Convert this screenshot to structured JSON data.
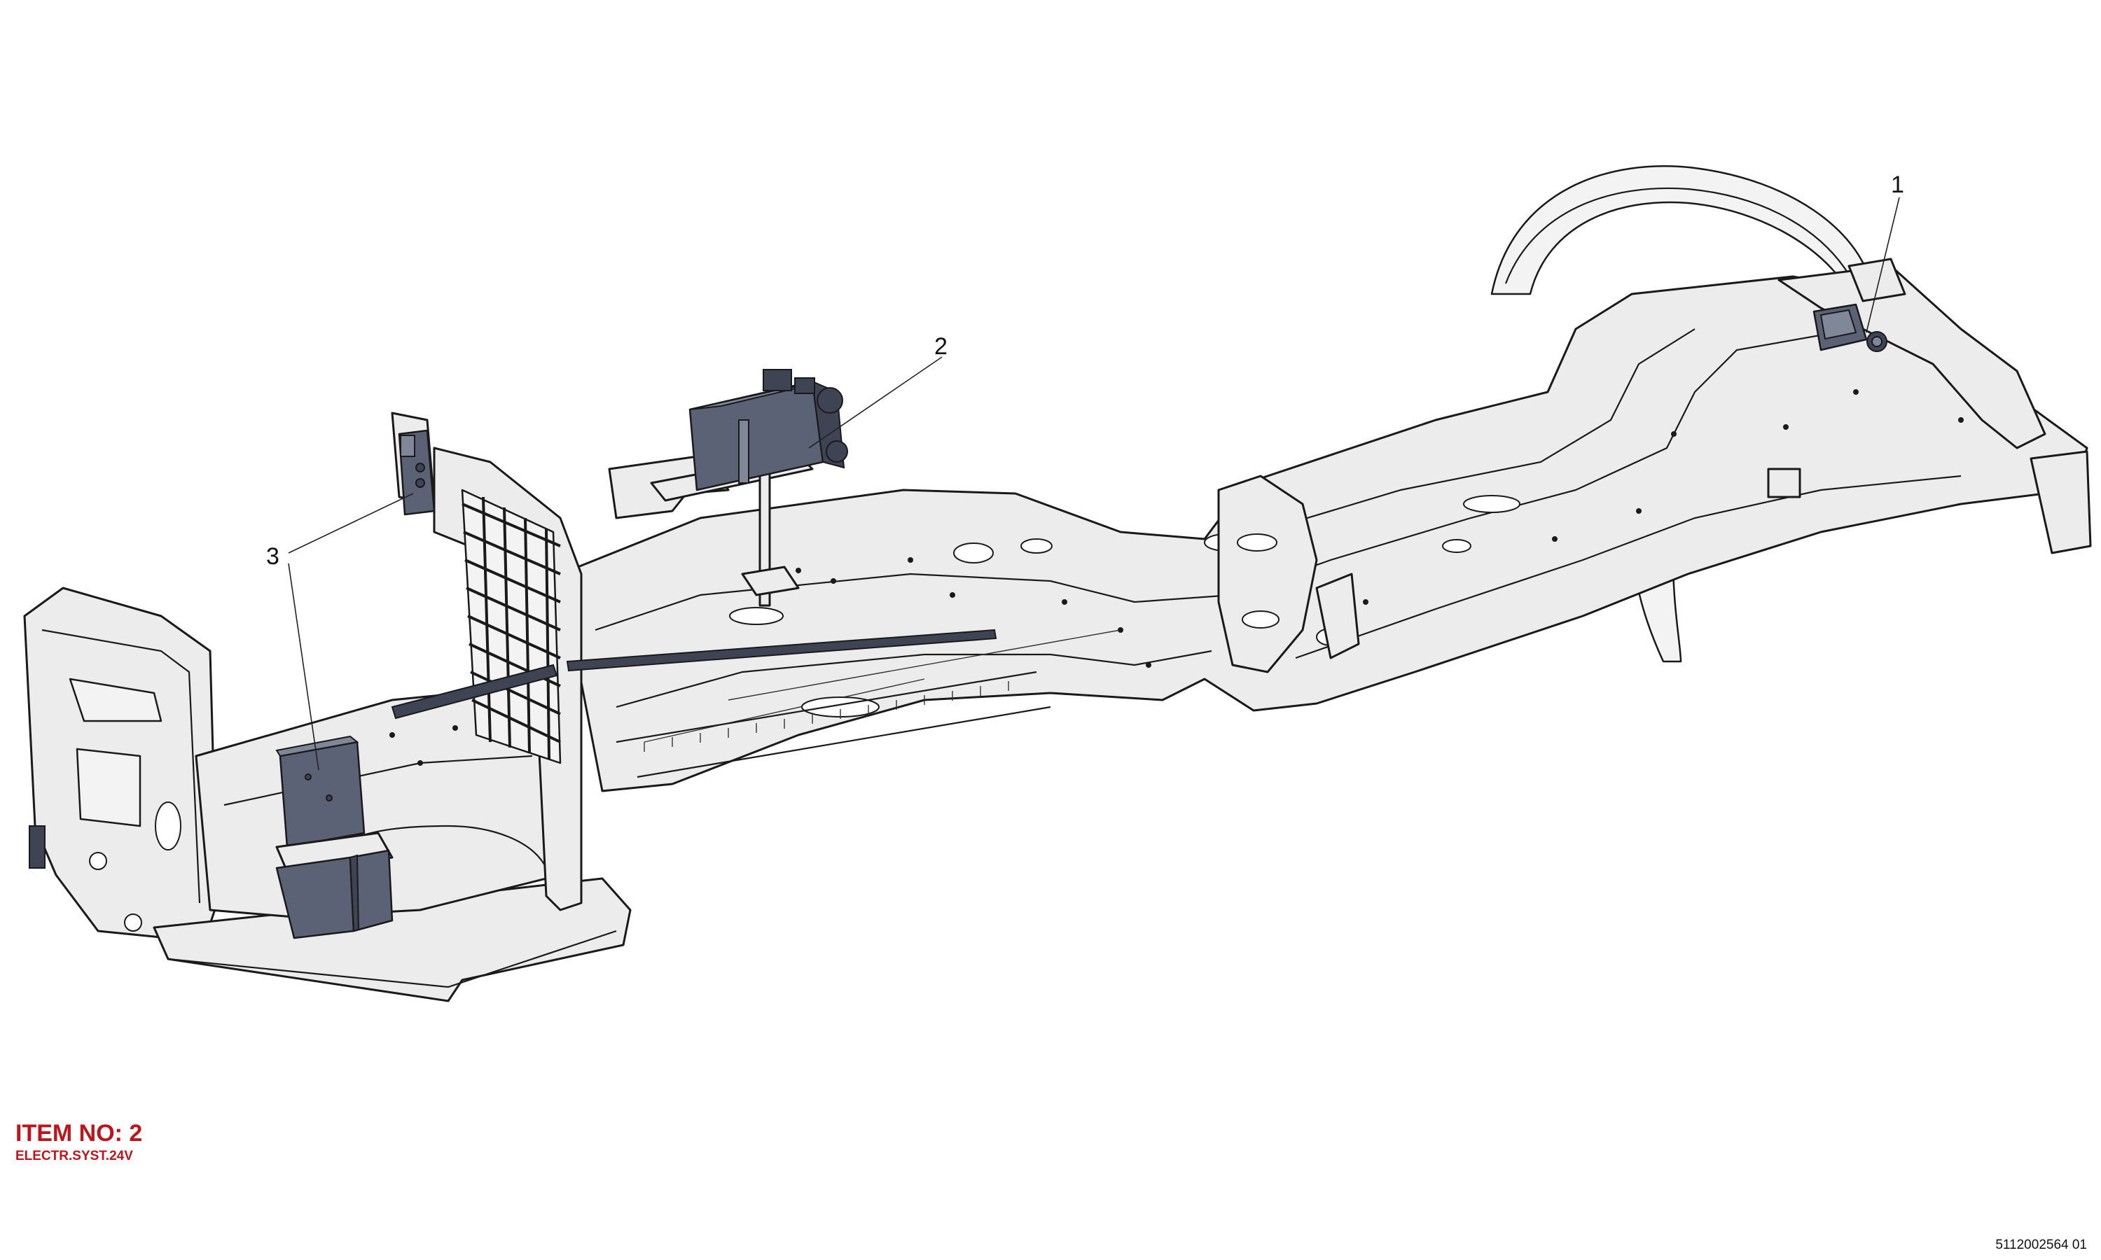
{
  "item": {
    "title": "ITEM NO: 2",
    "subtitle": "ELECTR.SYST.24V"
  },
  "callouts": [
    {
      "label": "1"
    },
    {
      "label": "2"
    },
    {
      "label": "3"
    }
  ],
  "document_number": "5112002564 01",
  "colors": {
    "frame_fill": "#ececec",
    "component_fill": "#5b6275",
    "title_red": "#c0141b"
  }
}
